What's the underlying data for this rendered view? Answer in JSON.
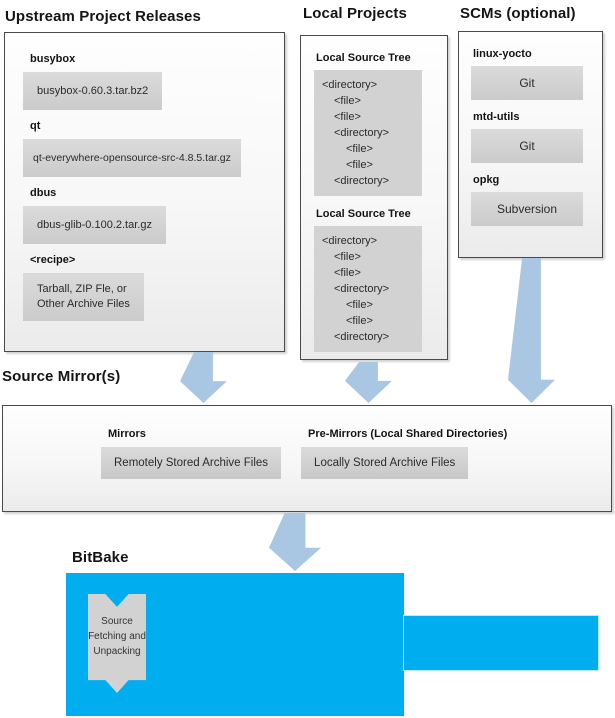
{
  "colors": {
    "bitbake_blue": "#00aeef",
    "arrow_blue": "#a9c6e2",
    "box_gray": "#d2d2d2"
  },
  "upstream": {
    "title": "Upstream Project Releases",
    "items": [
      {
        "label": "busybox",
        "value": "busybox-0.60.3.tar.bz2"
      },
      {
        "label": "qt",
        "value": "qt-everywhere-opensource-src-4.8.5.tar.gz"
      },
      {
        "label": "dbus",
        "value": "dbus-glib-0.100.2.tar.gz"
      },
      {
        "label": "<recipe>",
        "value_lines": [
          "Tarball, ZIP Fle, or",
          "Other Archive Files"
        ]
      }
    ]
  },
  "local_projects": {
    "title": "Local Projects",
    "tree_label": "Local Source Tree",
    "tree_items": [
      {
        "text": "<directory>",
        "indent": 0
      },
      {
        "text": "<file>",
        "indent": 1
      },
      {
        "text": "<file>",
        "indent": 1
      },
      {
        "text": "<directory>",
        "indent": 1
      },
      {
        "text": "<file>",
        "indent": 2
      },
      {
        "text": "<file>",
        "indent": 2
      },
      {
        "text": "<directory>",
        "indent": 1
      }
    ]
  },
  "scms": {
    "title": "SCMs (optional)",
    "items": [
      {
        "label": "linux-yocto",
        "value": "Git"
      },
      {
        "label": "mtd-utils",
        "value": "Git"
      },
      {
        "label": "opkg",
        "value": "Subversion"
      }
    ]
  },
  "source_mirrors": {
    "title": "Source Mirror(s)",
    "groups": [
      {
        "label": "Mirrors",
        "value": "Remotely Stored Archive Files"
      },
      {
        "label": "Pre-Mirrors (Local Shared Directories)",
        "value": "Locally Stored Archive Files"
      }
    ]
  },
  "bitbake": {
    "title": "BitBake",
    "process_lines": [
      "Source",
      "Fetching and",
      "Unpacking"
    ]
  }
}
